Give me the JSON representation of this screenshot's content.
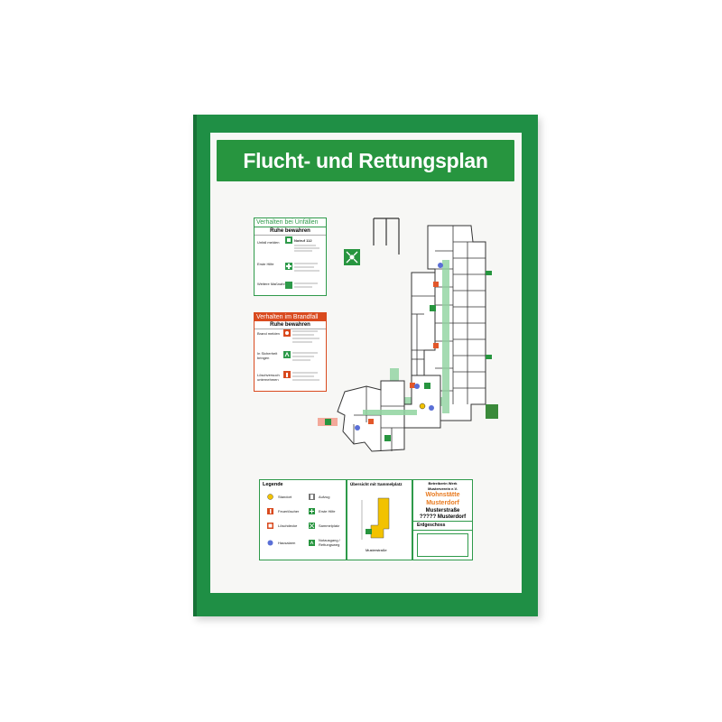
{
  "poster": {
    "title": "Flucht- und Rettungsplan",
    "frame_color": "#1f8f45",
    "title_bar_color": "#27953f"
  },
  "accident_box": {
    "title": "Verhalten bei Unfällen",
    "subtitle": "Ruhe bewahren",
    "steps": [
      "Unfall melden",
      "Erste Hilfe",
      "Weitere Maßnahmen"
    ],
    "emergency_number": "Notruf 112"
  },
  "fire_box": {
    "title": "Verhalten im Brandfall",
    "subtitle": "Ruhe bewahren",
    "steps": [
      "Brand melden",
      "In Sicherheit bringen",
      "Löschversuch unternehmen"
    ]
  },
  "legend": {
    "title": "Legende",
    "items": [
      {
        "label": "Standort",
        "icon": "you-are-here-icon"
      },
      {
        "label": "Aufzug",
        "icon": "elevator-icon"
      },
      {
        "label": "Feuerlöscher",
        "icon": "fire-extinguisher-icon"
      },
      {
        "label": "Erste Hilfe",
        "icon": "first-aid-icon"
      },
      {
        "label": "Löschdecke",
        "icon": "fire-blanket-icon"
      },
      {
        "label": "Sammelplatz",
        "icon": "assembly-point-icon"
      },
      {
        "label": "Hausalarm",
        "icon": "alarm-icon"
      },
      {
        "label": "Notausgang / Rettungsweg",
        "icon": "emergency-exit-icon"
      }
    ]
  },
  "overview": {
    "title": "Übersicht mit Sammelplatz",
    "street": "Musterstraße"
  },
  "info": {
    "line1": "Betreiberin Werk",
    "line2": "Musterverein e.V.",
    "line3": "Wohnstätte",
    "line4": "Musterdorf",
    "line5": "Musterstraße",
    "line6": "?????  Musterdorf",
    "floor": "Erdgeschoss",
    "accent": "#e8791e"
  }
}
